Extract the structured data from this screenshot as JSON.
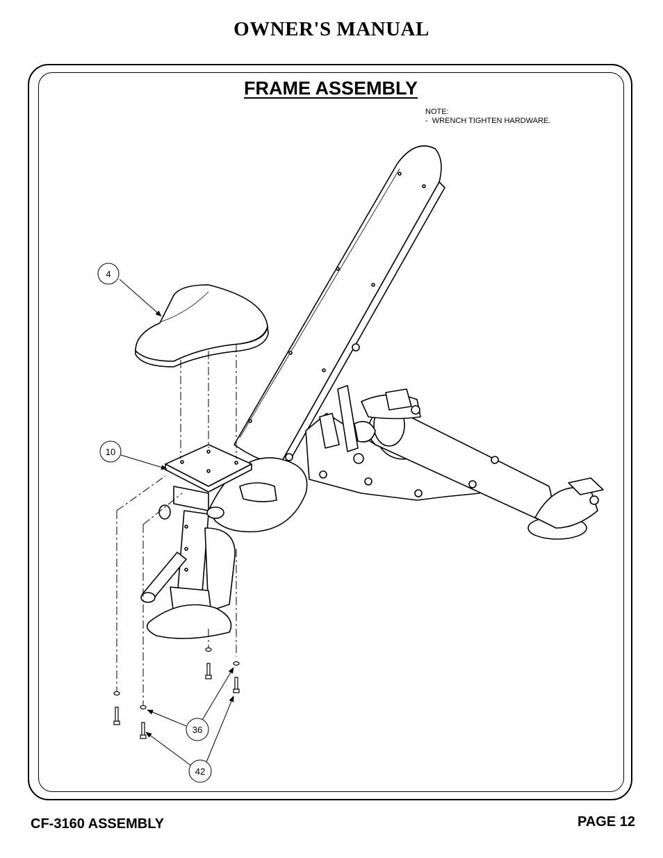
{
  "header": {
    "title": "OWNER'S MANUAL"
  },
  "section": {
    "title": "FRAME ASSEMBLY"
  },
  "note": {
    "heading": "NOTE:",
    "line1": "-  WRENCH TIGHTEN HARDWARE."
  },
  "callouts": {
    "c4": "4",
    "c10": "10",
    "c36": "36",
    "c42": "42"
  },
  "footer": {
    "left": "CF-3160 ASSEMBLY",
    "right": "PAGE 12"
  }
}
